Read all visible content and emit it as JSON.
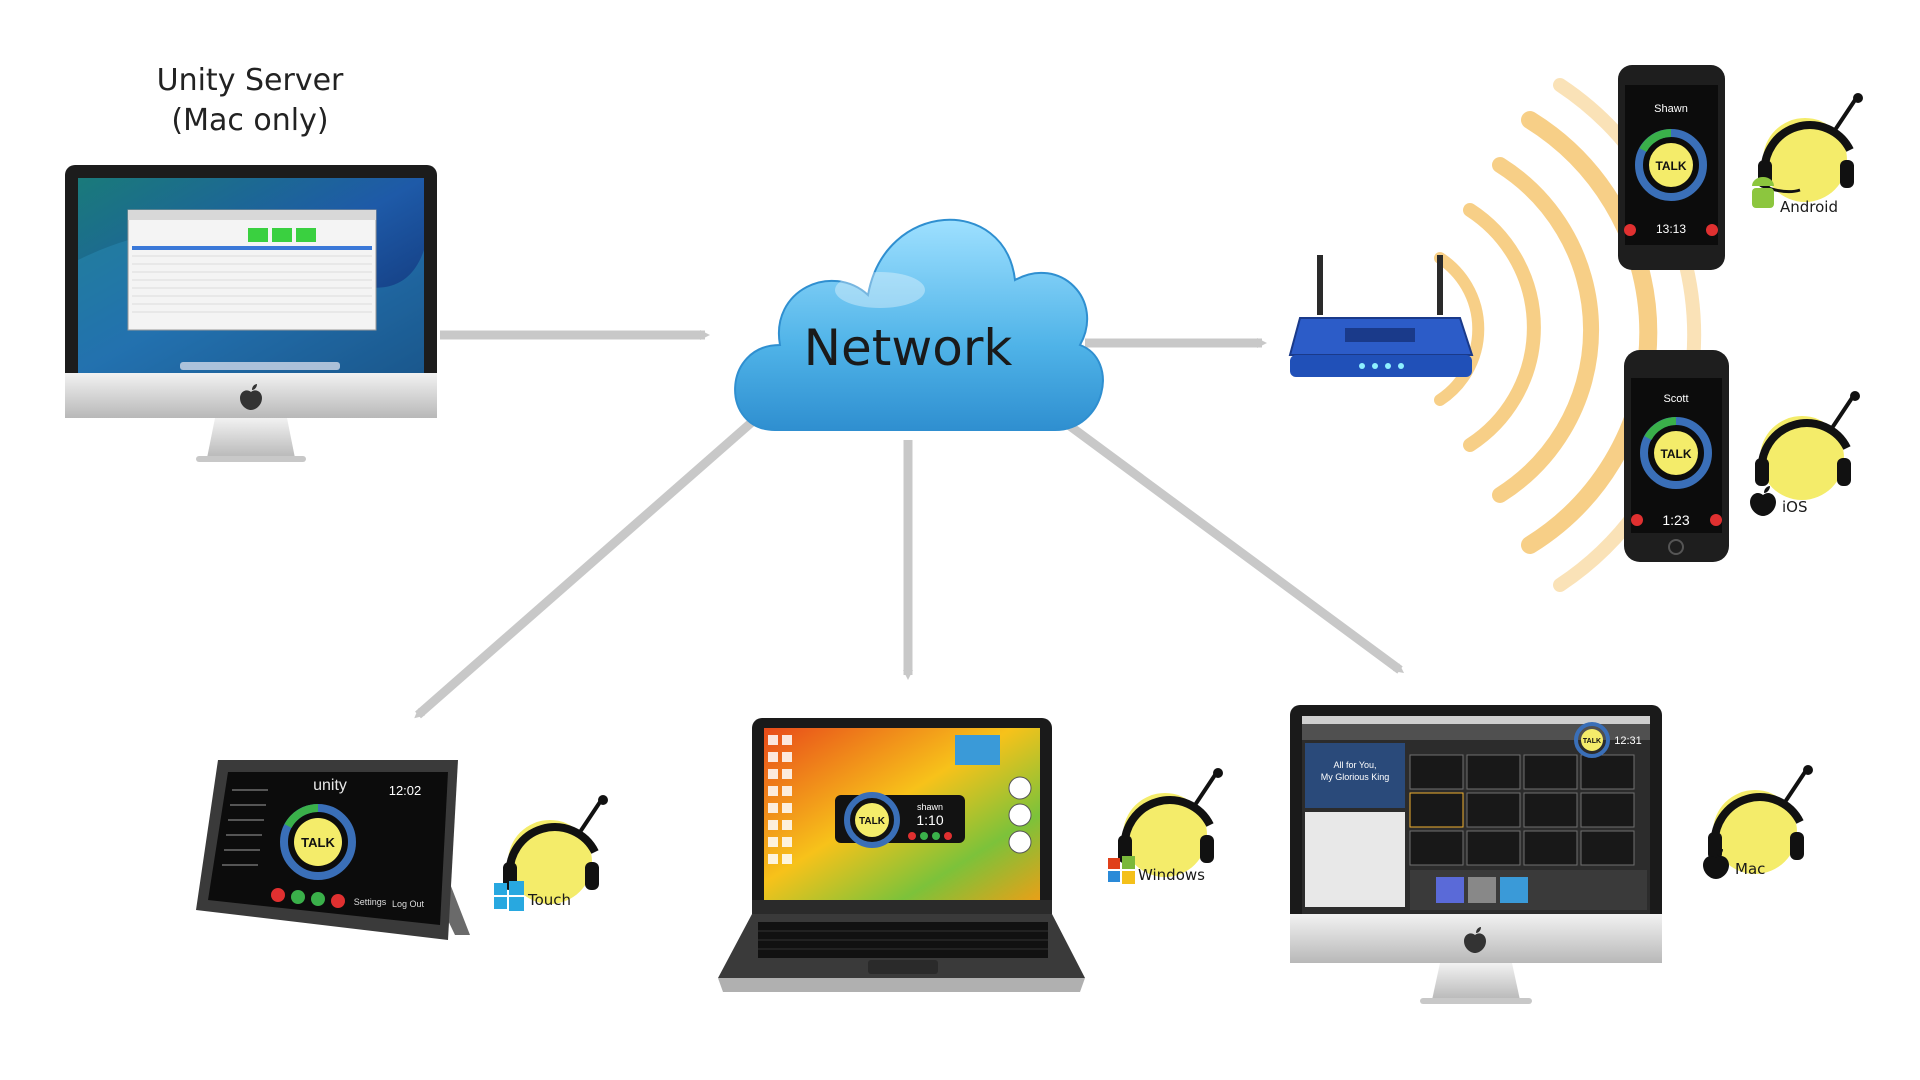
{
  "server": {
    "title_line1": "Unity Server",
    "title_line2": "(Mac only)"
  },
  "network": {
    "label": "Network"
  },
  "phones": {
    "android": {
      "user": "Shawn",
      "talk": "TALK",
      "time": "13:13",
      "os": "Android"
    },
    "ios": {
      "user": "Scott",
      "talk": "TALK",
      "time": "1:23",
      "os": "iOS"
    }
  },
  "clients": {
    "tablet": {
      "brand": "unity",
      "time": "12:02",
      "talk": "TALK",
      "settings": "Settings",
      "logout": "Log Out",
      "os": "Touch"
    },
    "laptop": {
      "talk": "TALK",
      "user": "shawn",
      "time": "1:10",
      "os": "Windows"
    },
    "imac": {
      "song_line1": "All for You,",
      "song_line2": "My Glorious King",
      "talk": "TALK",
      "time": "12:31",
      "os": "Mac"
    }
  },
  "icons": {
    "headset": "unity-headset-icon",
    "android": "android-icon",
    "ios": "apple-icon",
    "touch": "windows-icon",
    "windows": "windows-icon",
    "mac": "apple-icon"
  },
  "colors": {
    "arrow": "#c8c8c8",
    "cloud": "#4fb3e8",
    "router": "#2c5cc8",
    "wifi": "#f6c46a",
    "headset_yellow": "#f4ec6a"
  }
}
